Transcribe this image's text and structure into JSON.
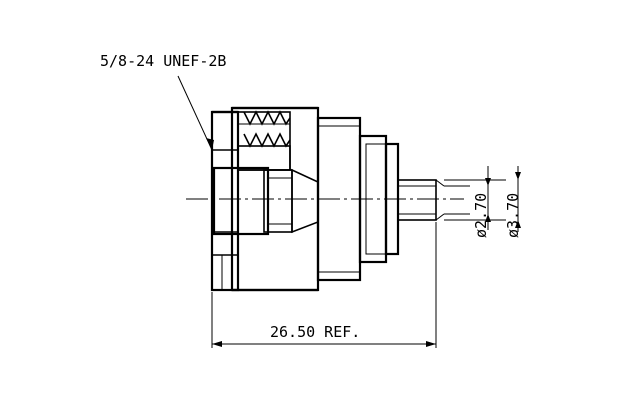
{
  "drawing": {
    "thread_callout": "5/8-24 UNEF-2B",
    "overall_length": "26.50 REF.",
    "inner_diameter": "ø2.70",
    "outer_diameter": "ø3.70"
  },
  "colors": {
    "line": "#000000",
    "background": "#ffffff"
  }
}
